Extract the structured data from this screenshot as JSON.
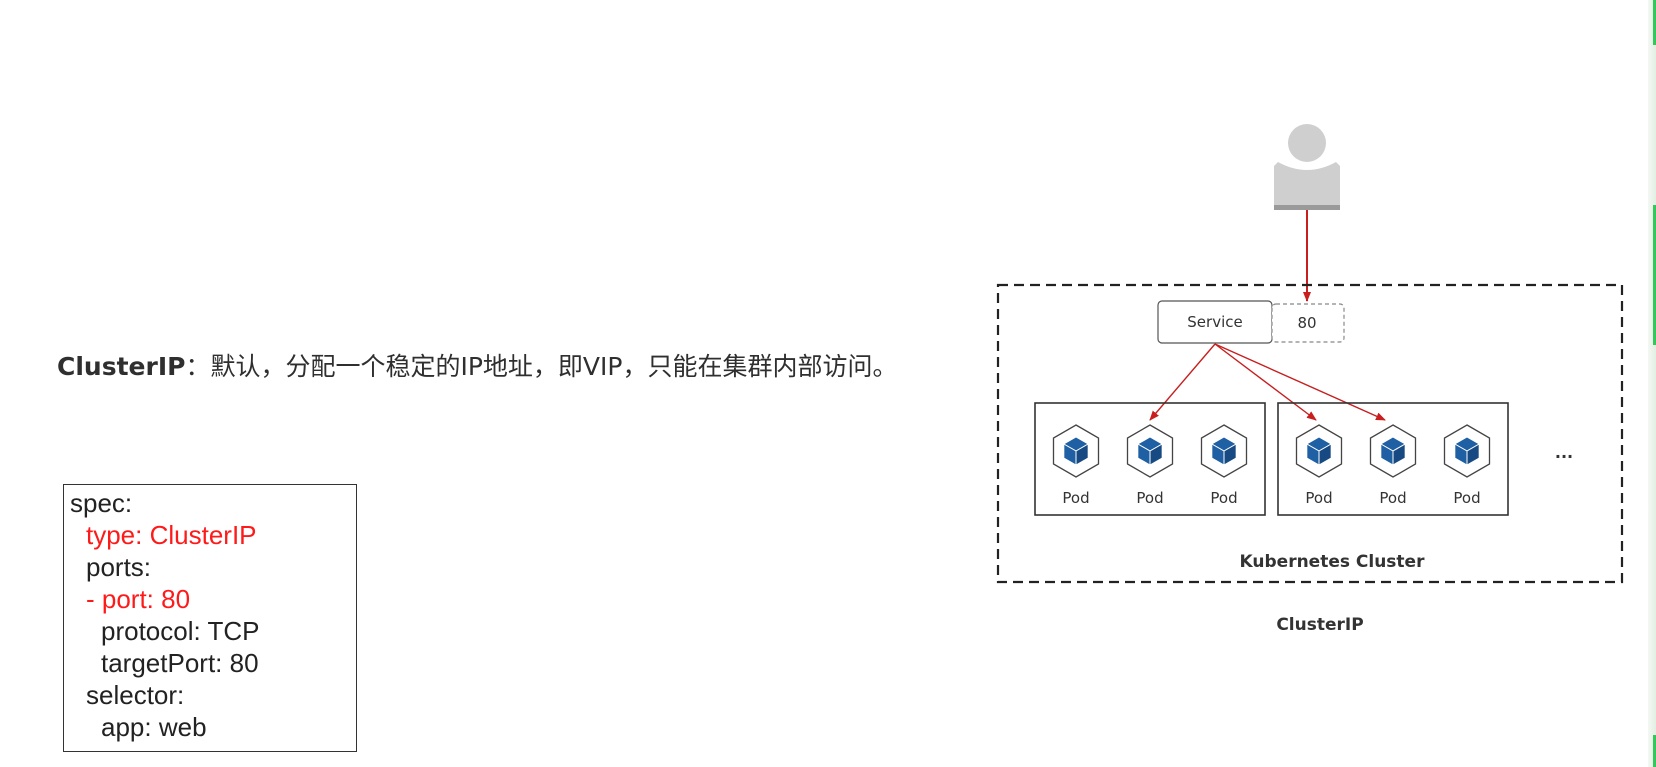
{
  "headline": {
    "term": "ClusterIP",
    "separator": "：",
    "description": "默认，分配一个稳定的IP地址，即VIP，只能在集群内部访问。"
  },
  "code": {
    "lines": [
      {
        "text": "spec:",
        "indent": 0,
        "highlight": false
      },
      {
        "text": "type: ClusterIP",
        "indent": 1,
        "highlight": true
      },
      {
        "text": "ports:",
        "indent": 1,
        "highlight": false
      },
      {
        "text": "- port: 80",
        "indent": 1,
        "highlight": true
      },
      {
        "text": "protocol: TCP",
        "indent": 2,
        "highlight": false
      },
      {
        "text": "targetPort: 80",
        "indent": 2,
        "highlight": false
      },
      {
        "text": "selector:",
        "indent": 1,
        "highlight": false
      },
      {
        "text": "app: web",
        "indent": 2,
        "highlight": false
      }
    ]
  },
  "diagram": {
    "service_label": "Service",
    "port_label": "80",
    "node_groups": [
      {
        "pods": [
          "Pod",
          "Pod",
          "Pod"
        ]
      },
      {
        "pods": [
          "Pod",
          "Pod",
          "Pod"
        ]
      }
    ],
    "more_label": "...",
    "cluster_label": "Kubernetes Cluster",
    "caption": "ClusterIP"
  },
  "colors": {
    "arrow": "#c81e1e",
    "highlight_text": "#ff1a1a",
    "pod_cube": "#1f5fa3",
    "user_icon": "#cfcfcf",
    "edge_accent": "#34c759"
  },
  "icons": {
    "user": "user-icon",
    "pod": "cube-icon"
  }
}
